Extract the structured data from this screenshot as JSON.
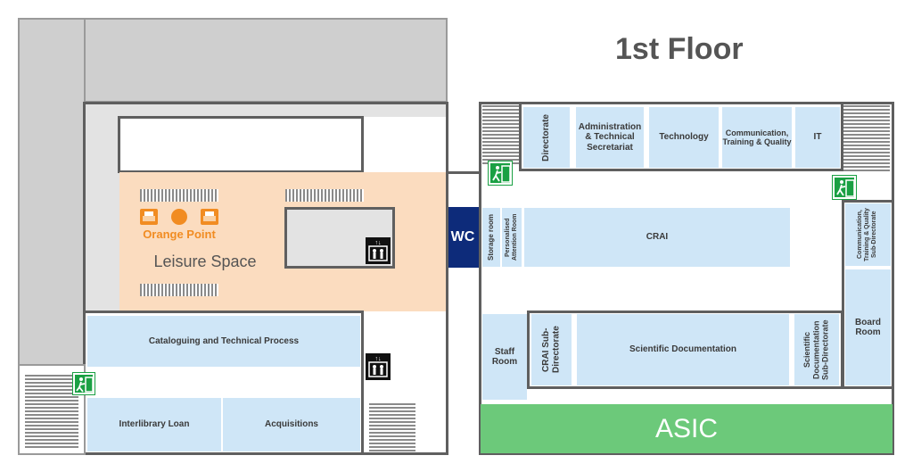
{
  "floor_title": "1st Floor",
  "colors": {
    "room": "#cfe6f7",
    "leisure": "#fbdcbf",
    "orange": "#f18c22",
    "asic": "#6cc97a",
    "wc": "#0d2b7a",
    "exit": "#1aa043",
    "building_gray": "#cfcfcf"
  },
  "areas": {
    "leisure_space": "Leisure Space",
    "orange_point": "Orange Point",
    "wc": "WC",
    "asic": "ASIC"
  },
  "rooms": {
    "directorate": "Directorate",
    "admin": "Administration & Technical Secretariat",
    "technology": "Technology",
    "communication": "Communication, Training & Quality",
    "it": "IT",
    "storage": "Storage room",
    "personalised": "Personalised Attention Room",
    "crai": "CRAI",
    "comm_sub": "Communication, Training & Quality Sub-Directorate",
    "board": "Board Room",
    "staff": "Staff Room",
    "crai_sub": "CRAI Sub-Directorate",
    "sci_doc": "Scientific Documentation",
    "sci_doc_sub": "Scientific Documentation Sub-Directorate",
    "cataloguing": "Cataloguing and Technical Process",
    "interlibrary": "Interlibrary Loan",
    "acquisitions": "Acquisitions"
  },
  "icons": [
    "emergency-exit-icon",
    "lift-icon",
    "printer-icon",
    "orange-point-icon",
    "stairs-icon"
  ]
}
